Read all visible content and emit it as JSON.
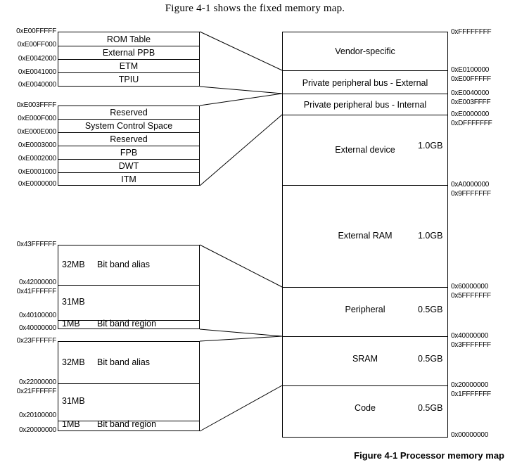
{
  "intro_text": "Figure 4-1 shows the fixed memory map.",
  "caption": "Figure 4-1 Processor memory map",
  "ppb_external_block": {
    "top_address": "0xE00FFFFF",
    "rows": [
      {
        "label": "ROM Table",
        "base": "0xE00FF000"
      },
      {
        "label": "External PPB",
        "base": "0xE0042000"
      },
      {
        "label": "ETM",
        "base": "0xE0041000"
      },
      {
        "label": "TPIU",
        "base": "0xE0040000"
      }
    ]
  },
  "ppb_internal_block": {
    "top_address": "0xE003FFFF",
    "rows": [
      {
        "label": "Reserved",
        "base": "0xE000F000"
      },
      {
        "label": "System Control Space",
        "base": "0xE000E000"
      },
      {
        "label": "Reserved",
        "base": "0xE0003000"
      },
      {
        "label": "FPB",
        "base": "0xE0002000"
      },
      {
        "label": "DWT",
        "base": "0xE0001000"
      },
      {
        "label": "ITM",
        "base": "0xE0000000"
      }
    ]
  },
  "peripheral_bitband_block": {
    "top_address": "0x43FFFFFF",
    "rows": [
      {
        "size": "32MB",
        "desc": "Bit band alias",
        "base": "0x42000000",
        "top": "0x41FFFFFF"
      },
      {
        "size": "31MB",
        "desc": "",
        "base": "0x40100000",
        "top": ""
      },
      {
        "size": "1MB",
        "desc": "Bit band region",
        "base": "0x40000000",
        "top": ""
      }
    ]
  },
  "sram_bitband_block": {
    "top_address": "0x23FFFFFF",
    "rows": [
      {
        "size": "32MB",
        "desc": "Bit band alias",
        "base": "0x22000000",
        "top": "0x21FFFFFF"
      },
      {
        "size": "31MB",
        "desc": "",
        "base": "0x20100000",
        "top": ""
      },
      {
        "size": "1MB",
        "desc": "Bit band region",
        "base": "0x20000000",
        "top": ""
      }
    ]
  },
  "memory_map": {
    "top_address": "0xFFFFFFFF",
    "regions": [
      {
        "label": "Vendor-specific",
        "size": "",
        "top": "0xFFFFFFFF",
        "base": "0xE0100000"
      },
      {
        "label": "Private peripheral bus - External",
        "size": "",
        "top": "0xE00FFFFF",
        "base": "0xE0040000"
      },
      {
        "label": "Private peripheral bus - Internal",
        "size": "",
        "top": "0xE003FFFF",
        "base": "0xE0000000"
      },
      {
        "label": "External device",
        "size": "1.0GB",
        "top": "0xDFFFFFFF",
        "base": "0xA0000000"
      },
      {
        "label": "External RAM",
        "size": "1.0GB",
        "top": "0x9FFFFFFF",
        "base": "0x60000000"
      },
      {
        "label": "Peripheral",
        "size": "0.5GB",
        "top": "0x5FFFFFFF",
        "base": "0x40000000"
      },
      {
        "label": "SRAM",
        "size": "0.5GB",
        "top": "0x3FFFFFFF",
        "base": "0x20000000"
      },
      {
        "label": "Code",
        "size": "0.5GB",
        "top": "0x1FFFFFFF",
        "base": "0x00000000"
      }
    ]
  },
  "colors": {
    "line": "#000000",
    "background": "#ffffff"
  }
}
